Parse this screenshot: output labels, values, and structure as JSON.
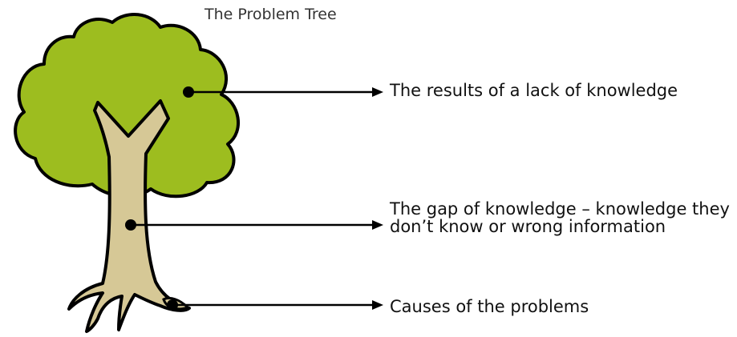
{
  "title": "The Problem Tree",
  "labels": {
    "results": "The results of a lack of knowledge",
    "gap_line1": "The gap of knowledge – knowledge they",
    "gap_line2": "don’t know or wrong information",
    "causes": "Causes of the problems"
  },
  "colors": {
    "canopy": "#9dbd1f",
    "trunk": "#d6c896",
    "outline": "#000000"
  }
}
